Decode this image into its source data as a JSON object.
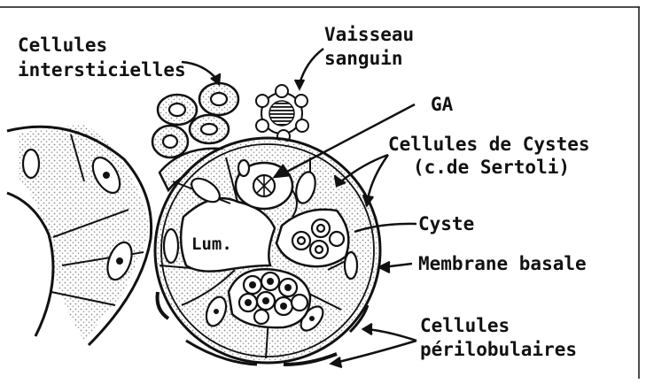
{
  "labels": {
    "interstitial_line1": "Cellules",
    "interstitial_line2": "intersticielles",
    "vessel_line1": "Vaisseau",
    "vessel_line2": "sanguin",
    "ga": "GA",
    "cyst_cells_line1": "Cellules de Cystes",
    "cyst_cells_line2": "(c.de Sertoli)",
    "cyst": "Cyste",
    "basal_membrane": "Membrane basale",
    "perilobular_line1": "Cellules",
    "perilobular_line2": "périlobulaires",
    "lumen": "Lum."
  },
  "colors": {
    "ink": "#111111",
    "stipple": "#9a9a9a",
    "background": "#ffffff"
  }
}
